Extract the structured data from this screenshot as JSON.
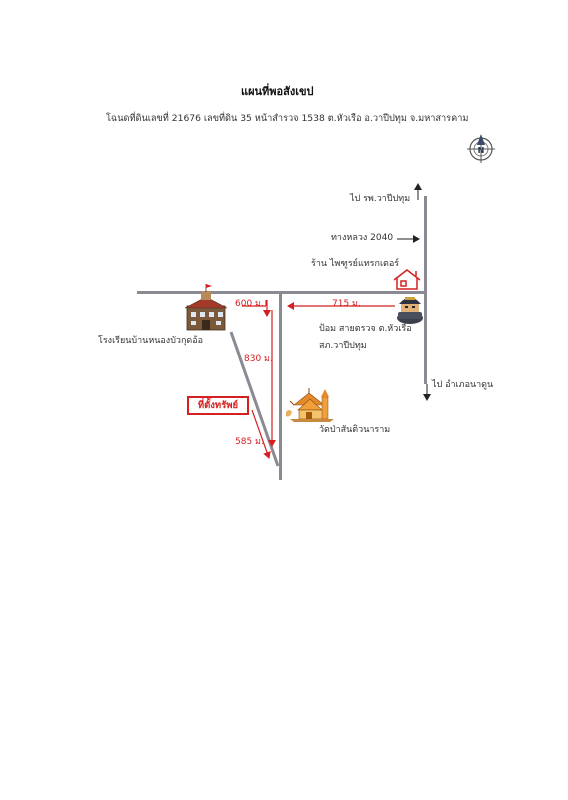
{
  "title": "แผนที่พอสังเขป",
  "subtitle": "โฉนดที่ดินเลขที่ 21676 เลขที่ดิน 35 หน้าสำรวจ 1538 ต.หัวเรือ อ.วาปีปทุม จ.มหาสารคาม",
  "compass_letter": "N",
  "labels": {
    "to_hospital": "ไป รพ.วาปีปทุม",
    "highway": "ทางหลวง 2040",
    "shop": "ร้าน ไพฑูรย์แทรกเตอร์",
    "school": "โรงเรียนบ้านหนองบัวกุดอ้อ",
    "police": "ป้อม สายตรวจ ต.หัวเรือ",
    "police_line2": "สภ.วาปีปทุม",
    "to_district": "ไป อำเภอนาดูน",
    "temple": "วัดป่าสันติวนาราม",
    "property": "ที่ตั้งทรัพย์"
  },
  "distances": {
    "d600": "600 ม.",
    "d715": "715 ม.",
    "d830": "830 ม.",
    "d585": "585 ม."
  },
  "colors": {
    "road": "#8a8a92",
    "distance_arrow": "#d42020",
    "text": "#333333"
  },
  "icons": [
    "compass-icon",
    "school-icon",
    "house-icon",
    "police-icon",
    "temple-icon"
  ]
}
